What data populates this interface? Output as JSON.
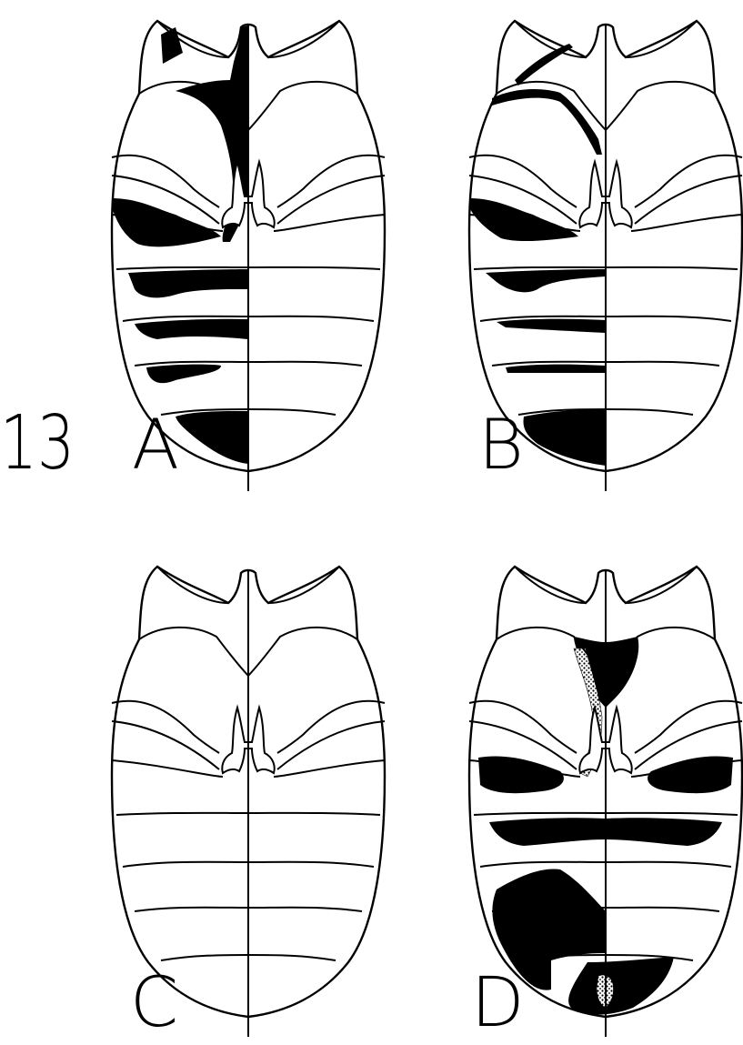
{
  "figure": {
    "number": "13",
    "panels": [
      {
        "label": "A"
      },
      {
        "label": "B"
      },
      {
        "label": "C"
      },
      {
        "label": "D"
      }
    ]
  }
}
